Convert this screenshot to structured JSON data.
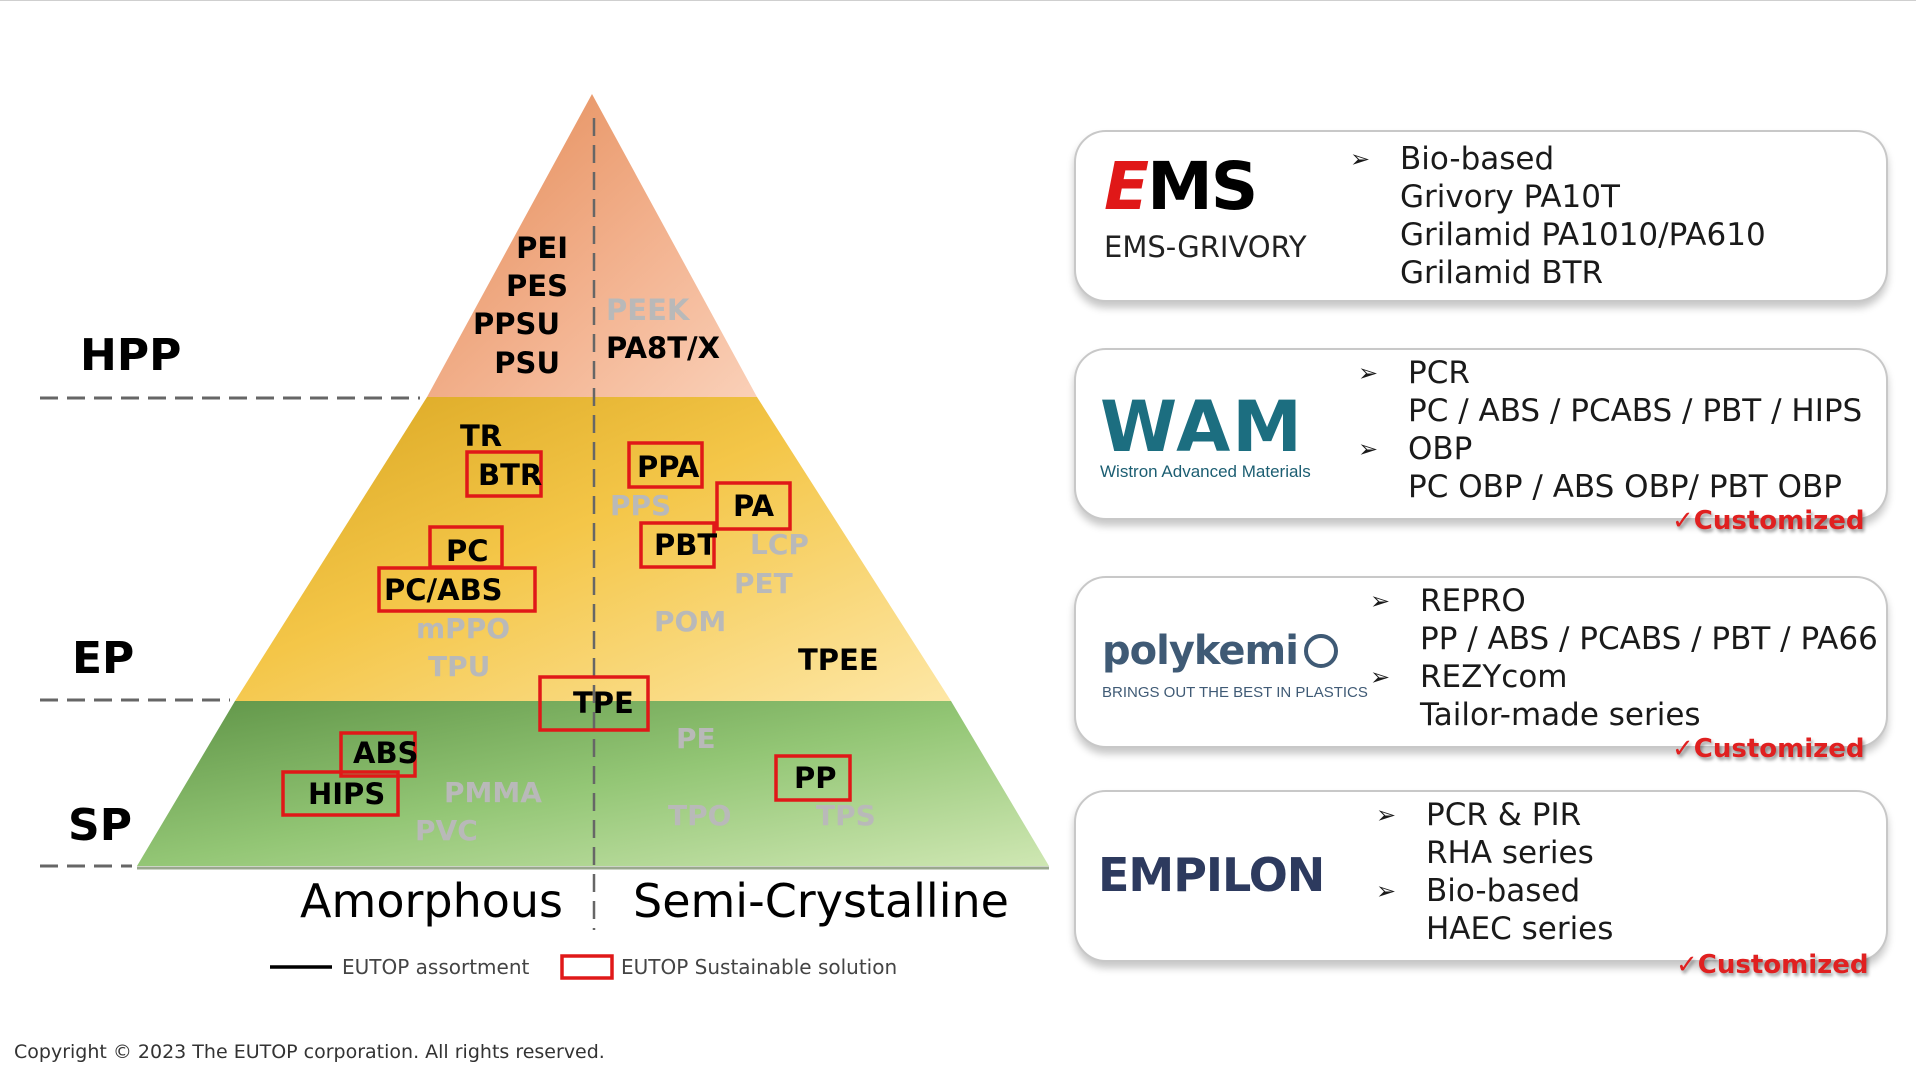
{
  "levels": {
    "hpp": "HPP",
    "ep": "EP",
    "sp": "SP"
  },
  "axis": {
    "left": "Amorphous",
    "right": "Semi-Crystalline"
  },
  "pyramid": {
    "hpp_amorphous": [
      "PEI",
      "PES",
      "PPSU",
      "PSU"
    ],
    "hpp_semi_grey": "PEEK",
    "hpp_semi_black": "PA8T/X",
    "ep_tr": "TR",
    "ep_btr": "BTR",
    "ep_pc": "PC",
    "ep_pcabs": "PC/ABS",
    "ep_mppo": "mPPO",
    "ep_tpu": "TPU",
    "ep_ppa": "PPA",
    "ep_pps": "PPS",
    "ep_pa": "PA",
    "ep_pbt": "PBT",
    "ep_lcp": "LCP",
    "ep_pet": "PET",
    "ep_pom": "POM",
    "ep_tpee": "TPEE",
    "tpe": "TPE",
    "sp_abs": "ABS",
    "sp_hips": "HIPS",
    "sp_pmma": "PMMA",
    "sp_pvc": "PVC",
    "sp_pe": "PE",
    "sp_pp": "PP",
    "sp_tpo": "TPO",
    "sp_tps": "TPS"
  },
  "legend": {
    "assortment": "EUTOP assortment",
    "sustainable": "EUTOP Sustainable solution"
  },
  "cards": [
    {
      "logo_text": "EMS",
      "logo_sub": "EMS-GRIVORY",
      "lines": [
        {
          "bullet": true,
          "text": "Bio-based"
        },
        {
          "bullet": false,
          "text": "Grivory PA10T"
        },
        {
          "bullet": false,
          "text": "Grilamid PA1010/PA610"
        },
        {
          "bullet": false,
          "text": "Grilamid BTR"
        }
      ],
      "customized": ""
    },
    {
      "logo_text": "WAM",
      "logo_sub": "Wistron Advanced Materials",
      "lines": [
        {
          "bullet": true,
          "text": "PCR"
        },
        {
          "bullet": false,
          "text": "PC / ABS / PCABS / PBT / HIPS"
        },
        {
          "bullet": true,
          "text": "OBP"
        },
        {
          "bullet": false,
          "text": "PC OBP / ABS OBP/ PBT OBP"
        }
      ],
      "customized": "✓Customized"
    },
    {
      "logo_text": "polykemi",
      "logo_sub": "BRINGS OUT THE BEST IN PLASTICS",
      "lines": [
        {
          "bullet": true,
          "text": "REPRO"
        },
        {
          "bullet": false,
          "text": "PP / ABS / PCABS / PBT / PA66"
        },
        {
          "bullet": true,
          "text": "REZYcom"
        },
        {
          "bullet": false,
          "text": "Tailor-made series"
        }
      ],
      "customized": "✓Customized"
    },
    {
      "logo_text": "EMPILON",
      "logo_sub": "",
      "lines": [
        {
          "bullet": true,
          "text": "PCR & PIR"
        },
        {
          "bullet": false,
          "text": "RHA series"
        },
        {
          "bullet": true,
          "text": "Bio-based"
        },
        {
          "bullet": false,
          "text": "HAEC series"
        }
      ],
      "customized": "✓Customized"
    }
  ],
  "copyright": "Copyright © 2023 The EUTOP corporation. All rights reserved.",
  "colors": {
    "hpp": "#eea77d",
    "ep": "#f3c54e",
    "sp": "#8fc46f",
    "box": "#e01818",
    "custom": "#e02020",
    "wam": "#1c6e80"
  }
}
